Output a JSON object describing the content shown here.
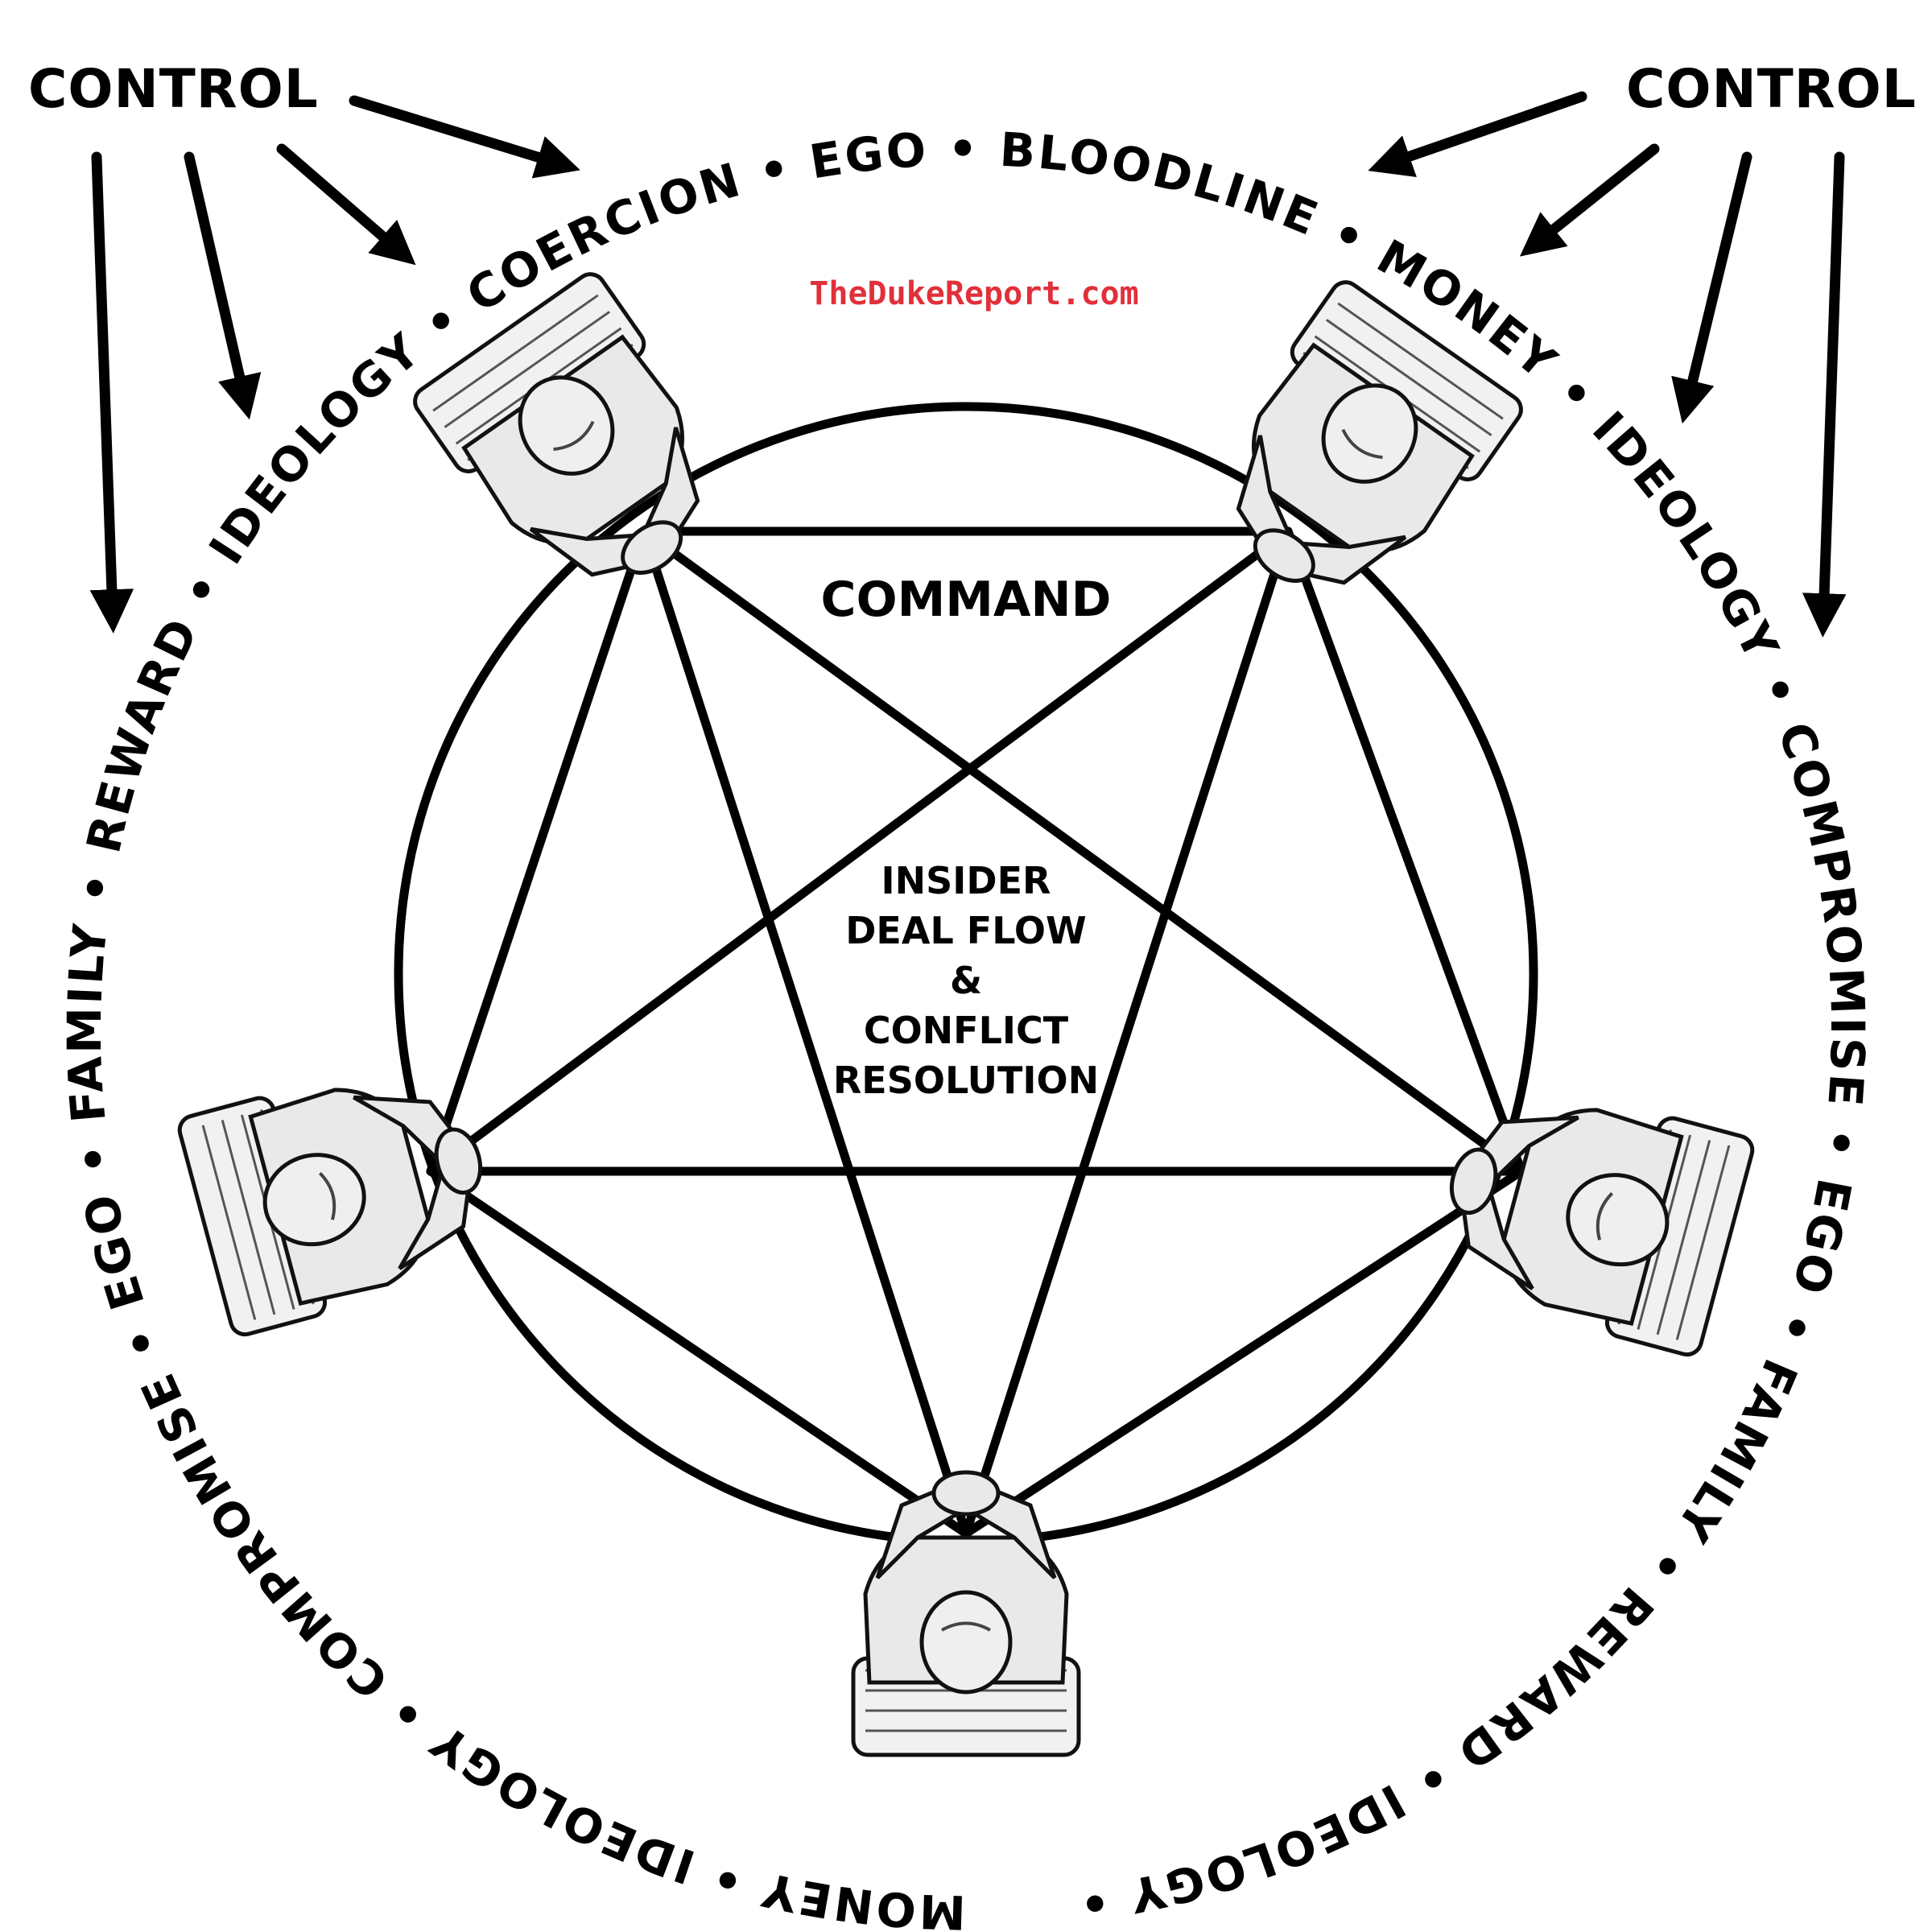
{
  "watermark": "TheDukeReport.com",
  "corner_labels": {
    "left": "CONTROL",
    "right": "CONTROL"
  },
  "center": {
    "title": "COMMAND",
    "lines": [
      "INSIDER",
      "DEAL FLOW",
      "&",
      "CONFLICT",
      "RESOLUTION"
    ]
  },
  "ring_text": "MONEY • IDEOLOGY • COMPROMISE • EGO • FAMILY • REWARD • IDEOLOGY • COERCION • EGO • BLOODLINE • MONEY • IDEOLOGY • COMPROMISE • EGO • FAMILY • REWARD • IDEOLOGY •",
  "figures": [
    "seated-figure",
    "seated-figure",
    "seated-figure",
    "seated-figure",
    "seated-figure"
  ]
}
